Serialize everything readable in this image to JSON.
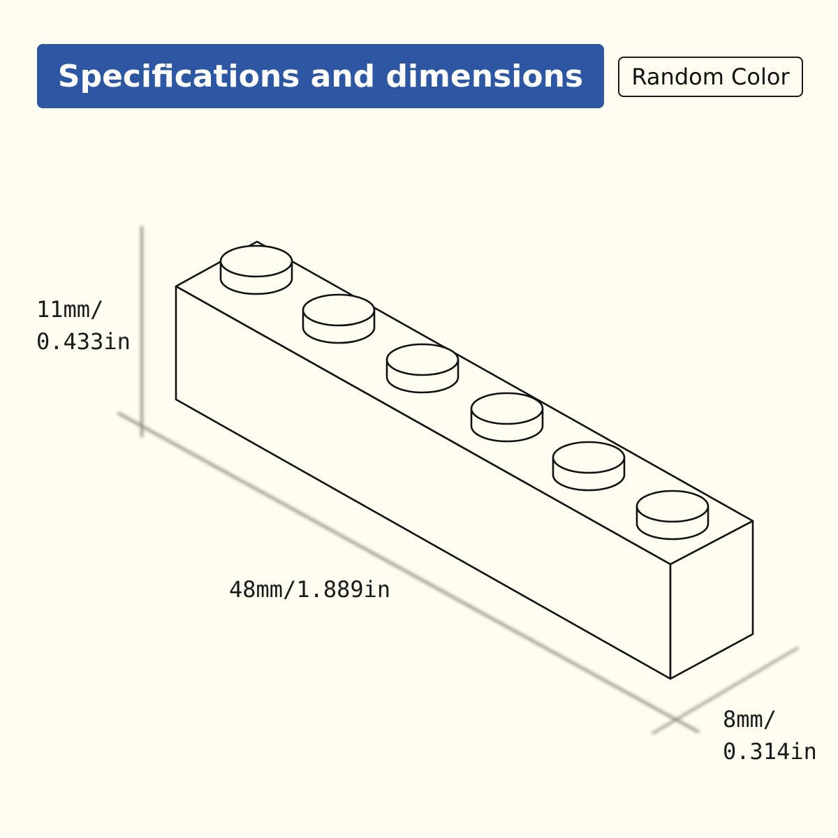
{
  "header": {
    "title": "Specifications and dimensions",
    "badge": "Random Color",
    "banner_color": "#2d57a3"
  },
  "dimensions": {
    "height": {
      "mm": "11mm/",
      "in": "0.433in"
    },
    "length": {
      "text": "48mm/1.889in"
    },
    "width": {
      "mm": "8mm/",
      "in": "0.314in"
    }
  },
  "product": {
    "type": "1x6 building brick",
    "stud_count": 6,
    "line_color": "#111111",
    "background_color": "#fdfdf1"
  }
}
